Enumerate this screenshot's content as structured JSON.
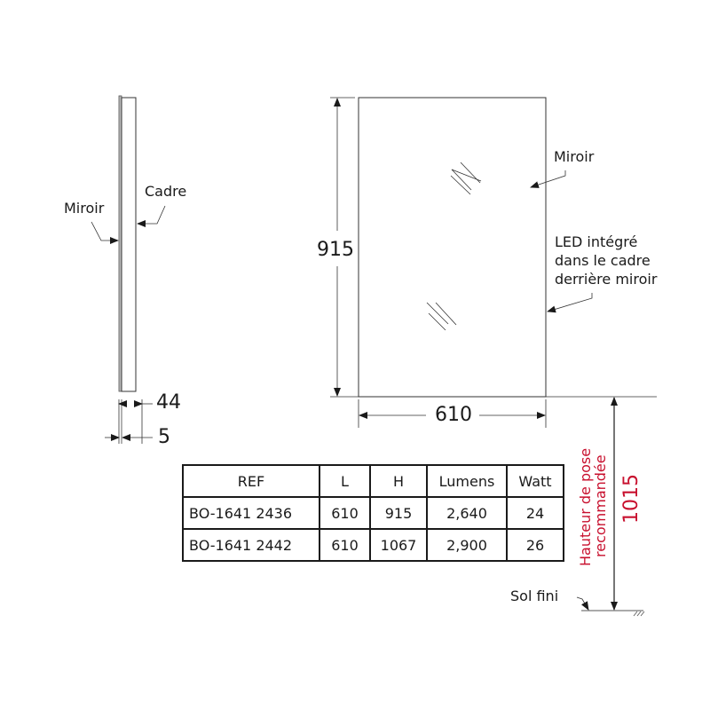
{
  "side_view": {
    "label_miroir": "Miroir",
    "label_cadre": "Cadre",
    "dim_depth_total": "44",
    "dim_mirror_thickness": "5"
  },
  "front_view": {
    "dim_height": "915",
    "dim_width": "610",
    "label_miroir": "Miroir",
    "label_led_line1": "LED intégré",
    "label_led_line2": "dans le cadre",
    "label_led_line3": "derrière miroir"
  },
  "mounting": {
    "label_line1": "Hauteur de pose",
    "label_line2": "recommandée",
    "dim_height": "1015",
    "floor_label": "Sol fini",
    "accent_color": "#c8102e"
  },
  "spec_table": {
    "headers": [
      "REF",
      "L",
      "H",
      "Lumens",
      "Watt"
    ],
    "rows": [
      [
        "BO-1641 2436",
        "610",
        "915",
        "2,640",
        "24"
      ],
      [
        "BO-1641 2442",
        "610",
        "1067",
        "2,900",
        "26"
      ]
    ]
  }
}
